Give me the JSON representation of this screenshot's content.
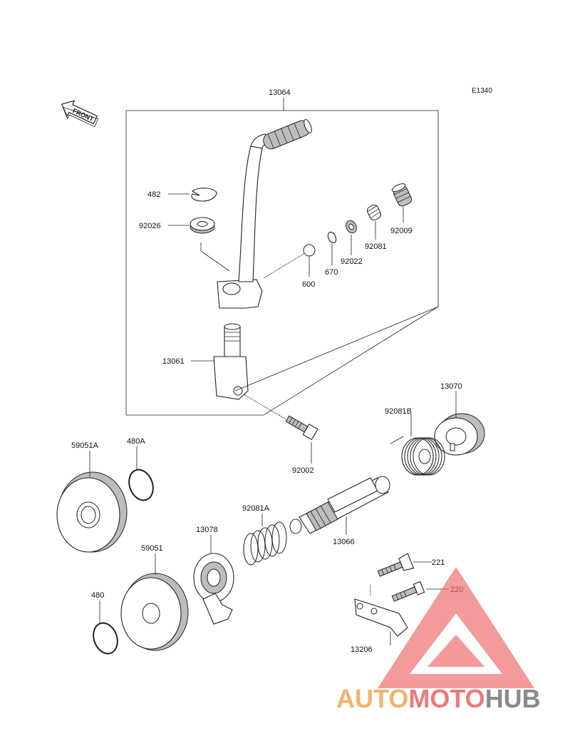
{
  "diagram": {
    "ref_code": "E1340",
    "front_label": "FRONT",
    "parts": {
      "p13064": "13064",
      "p482": "482",
      "p92026": "92026",
      "p600": "600",
      "p670": "670",
      "p92022": "92022",
      "p92081": "92081",
      "p92009": "92009",
      "p13061": "13061",
      "p92002": "92002",
      "p13070": "13070",
      "p92081B": "92081B",
      "p59051A": "59051A",
      "p480A": "480A",
      "p92081A": "92081A",
      "p13066": "13066",
      "p13078": "13078",
      "p59051": "59051",
      "p480": "480",
      "p221": "221",
      "p220": "220",
      "p13206": "13206"
    }
  },
  "watermark": {
    "part1": "AUTO",
    "part2": "MOTO",
    "part3": "HUB",
    "color1": "#f2b36a",
    "color2": "#ef7a7a",
    "color3": "#8a8a8a"
  }
}
